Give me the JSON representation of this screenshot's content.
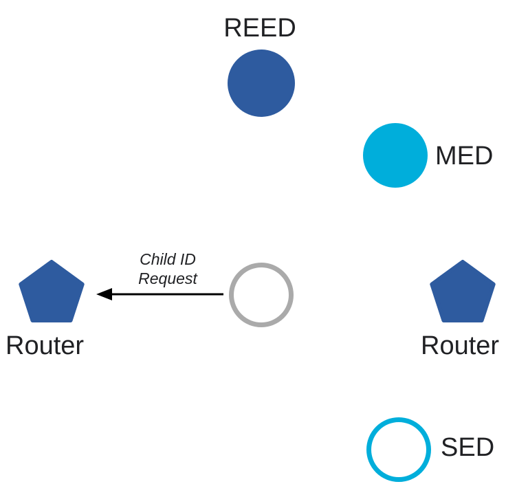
{
  "colors": {
    "node_blue": "#2E5B9F",
    "node_cyan": "#00AEDB",
    "outline_gray": "#AAAAAA",
    "arrow_black": "#000000",
    "text": "#202124",
    "background": "#FFFFFF"
  },
  "nodes": {
    "reed": {
      "label": "REED"
    },
    "med": {
      "label": "MED"
    },
    "router_left": {
      "label": "Router"
    },
    "router_right": {
      "label": "Router"
    },
    "sed": {
      "label": "SED"
    }
  },
  "message": {
    "line1": "Child ID",
    "line2": "Request"
  }
}
